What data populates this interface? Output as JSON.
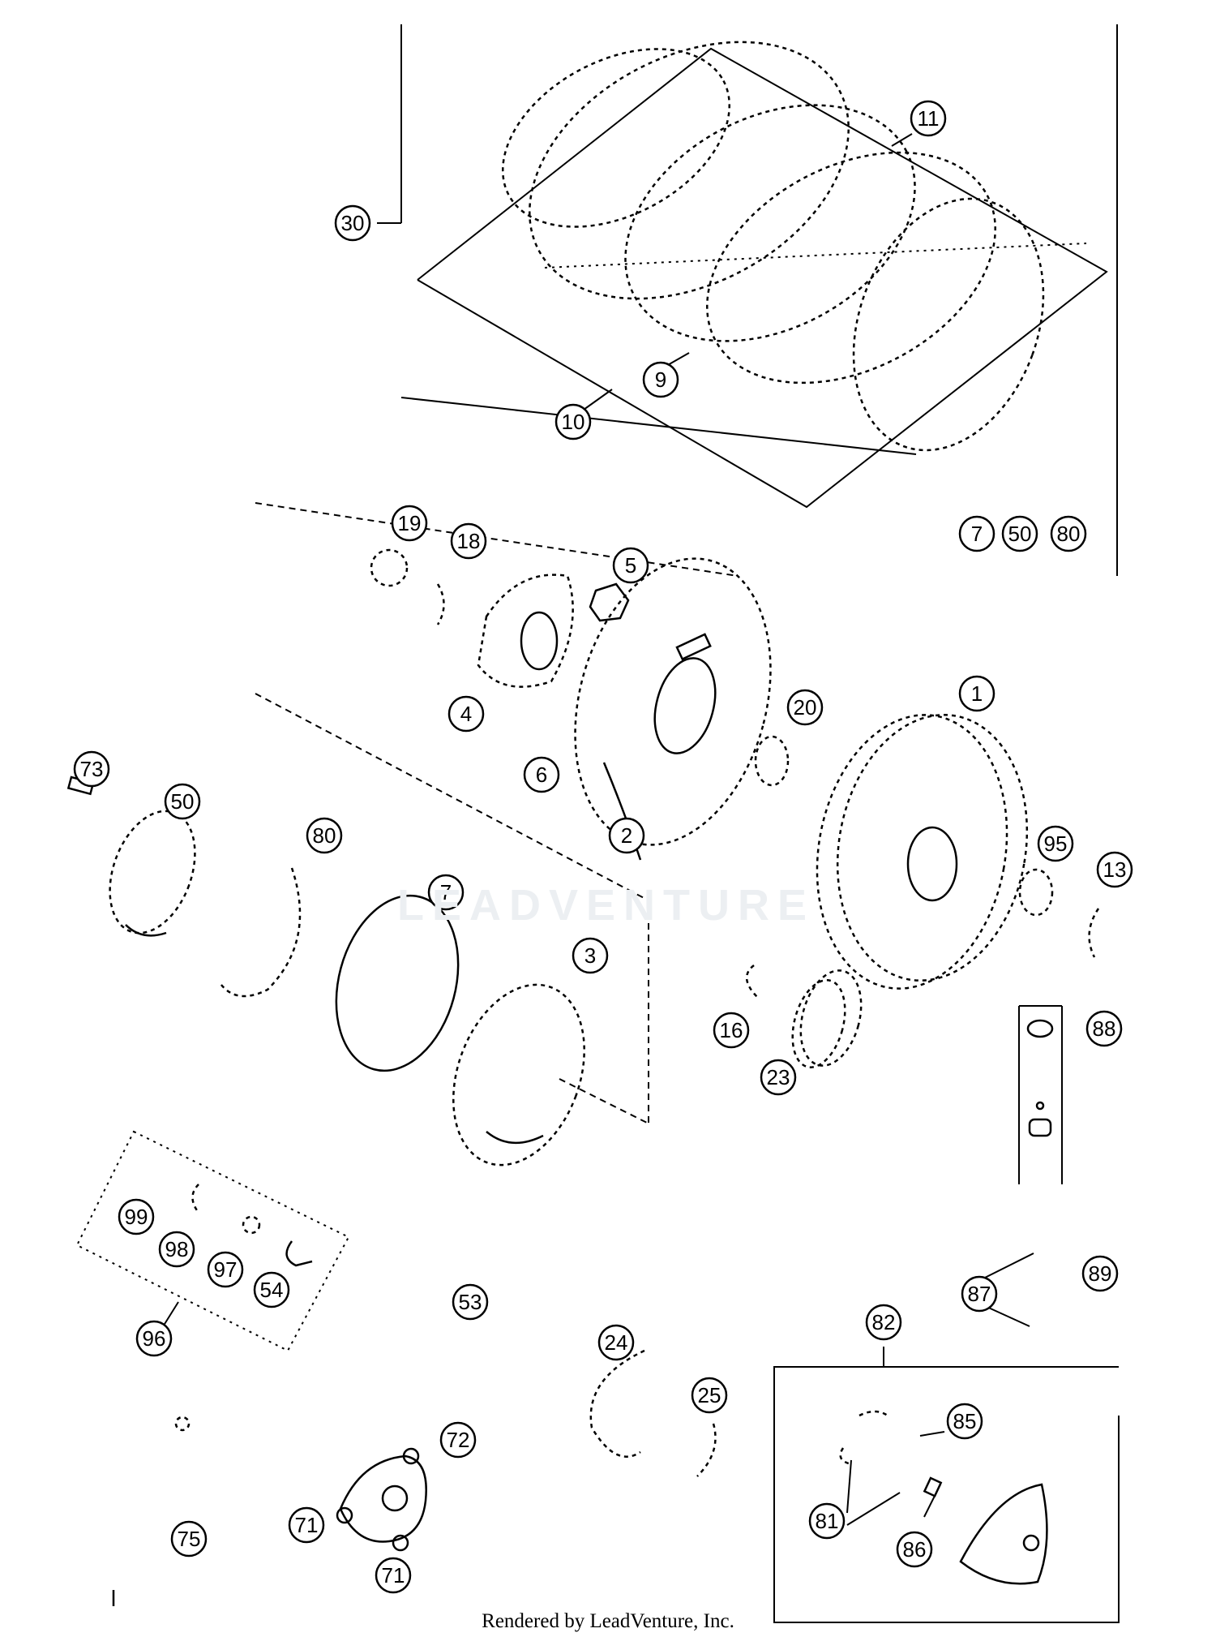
{
  "diagram": {
    "callouts": [
      "30",
      "11",
      "9",
      "10",
      "7",
      "50",
      "80",
      "19",
      "18",
      "5",
      "4",
      "6",
      "2",
      "20",
      "1",
      "73",
      "50",
      "80",
      "7",
      "3",
      "95",
      "13",
      "16",
      "23",
      "88",
      "99",
      "98",
      "97",
      "54",
      "96",
      "53",
      "24",
      "25",
      "82",
      "87",
      "89",
      "85",
      "72",
      "71",
      "71",
      "75",
      "81",
      "86"
    ]
  },
  "watermark": "LEADVENTURE",
  "footer": "Rendered by LeadVenture, Inc."
}
